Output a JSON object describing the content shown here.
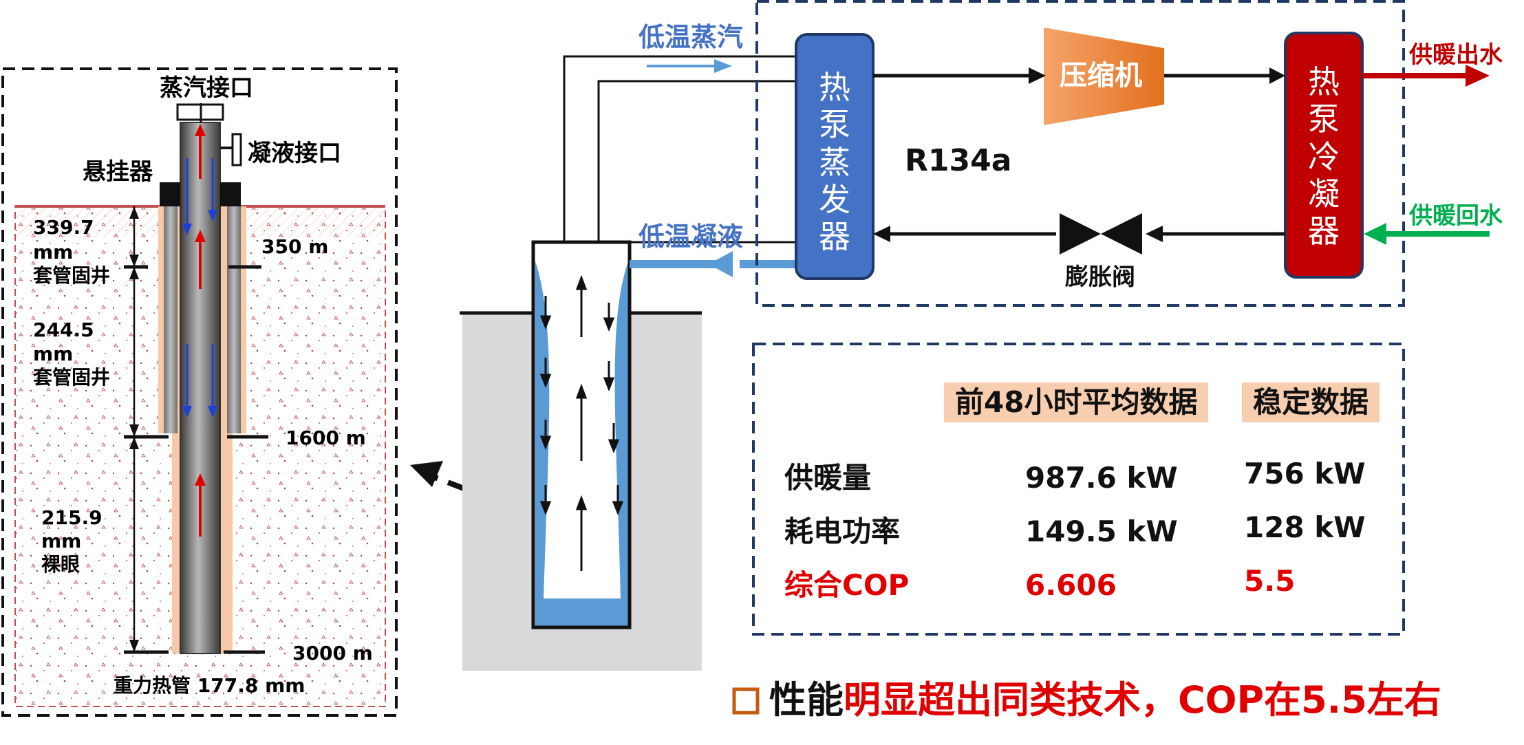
{
  "well_detail": {
    "steam_port": "蒸汽接口",
    "condensate_port": "凝液接口",
    "hanger": "悬挂器",
    "casing1_size": "339.7",
    "casing1_unit": "mm",
    "casing1_desc": "套管固井",
    "casing2_size": "244.5",
    "casing2_unit": "mm",
    "casing2_desc": "套管固井",
    "openhole_size": "215.9",
    "openhole_unit": "mm",
    "openhole_desc": "裸眼",
    "depth1": "350 m",
    "depth2": "1600 m",
    "depth3": "3000 m",
    "heat_pipe": "重力热管 177.8 mm"
  },
  "flow": {
    "low_temp_steam": "低温蒸汽",
    "low_temp_condensate": "低温凝液"
  },
  "heat_pump": {
    "evaporator": [
      "热",
      "泵",
      "蒸",
      "发",
      "器"
    ],
    "compressor": "压缩机",
    "condenser": [
      "热",
      "泵",
      "冷",
      "凝",
      "器"
    ],
    "refrigerant": "R134a",
    "expansion_valve": "膨胀阀",
    "supply_out": "供暖出水",
    "supply_return": "供暖回水"
  },
  "performance": {
    "col_headers": [
      "前48小时平均数据",
      "稳定数据"
    ],
    "rows": [
      {
        "label": "供暖量",
        "avg48": "987.6 kW",
        "stable": "756 kW"
      },
      {
        "label": "耗电功率",
        "avg48": "149.5 kW",
        "stable": "128 kW"
      },
      {
        "label": "综合COP",
        "avg48": "6.606",
        "stable": "5.5"
      }
    ]
  },
  "conclusion": {
    "bullet": "□",
    "prefix": "性能",
    "highlight": "明显超出同类技术，COP在5.5左右"
  },
  "colors": {
    "evaporator_blue": "#4472c4",
    "condenser_red": "#c00000",
    "compressor_orange": "#ed7d31",
    "fluid_blue": "#5b9bd5",
    "hot_water": "#c00000",
    "return_water": "#00b050",
    "table_header_bg": "#f8ceb0",
    "highlight_red": "#e00000"
  }
}
